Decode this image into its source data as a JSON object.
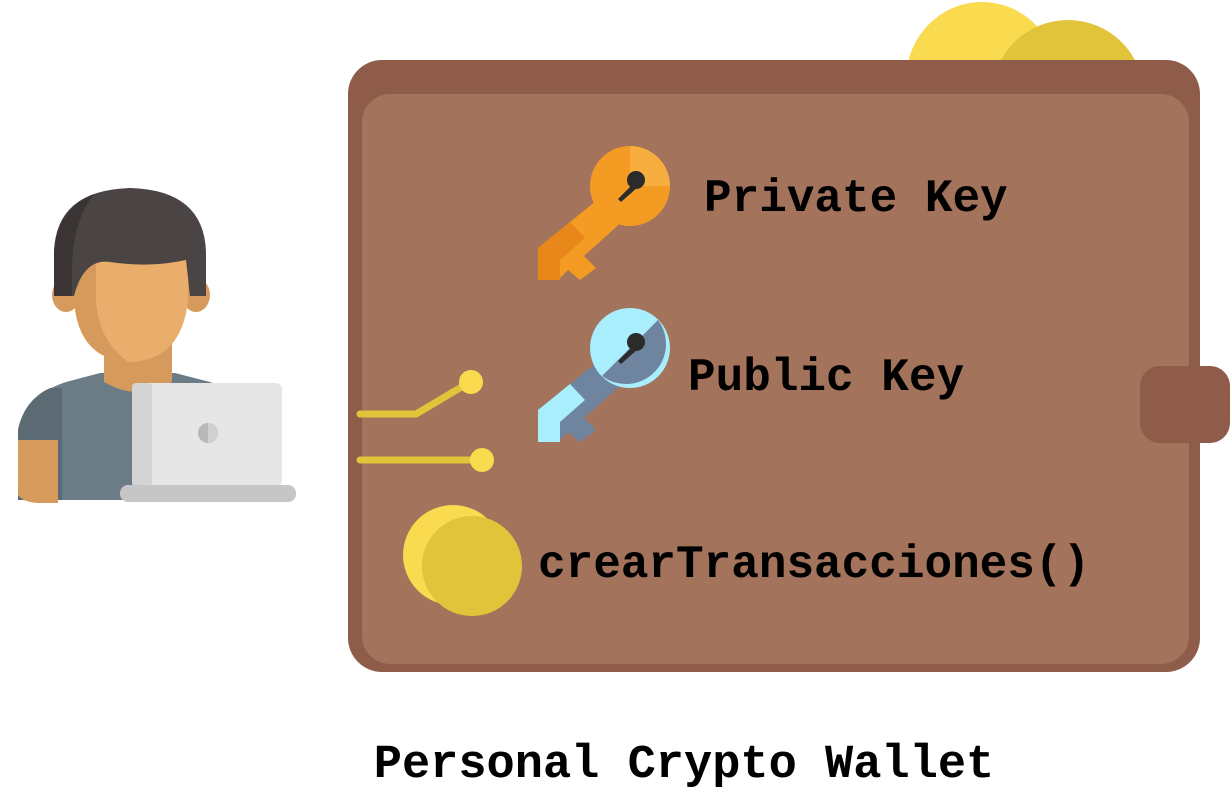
{
  "wallet": {
    "private_key_label": "Private Key",
    "public_key_label": "Public Key",
    "method_label": "crearTransacciones()"
  },
  "caption": "Personal Crypto Wallet",
  "icons": [
    "user-with-laptop-icon",
    "wallet-icon",
    "private-key-icon",
    "public-key-icon",
    "coin-icon",
    "circuit-lines-icon"
  ],
  "colors": {
    "wallet_outer": "#8F5C4A",
    "wallet_inner": "#A4735C",
    "coin_light": "#FADA4E",
    "coin_dark": "#E2C43A",
    "private_key": "#F49B23",
    "public_key_light": "#A8EEFC",
    "public_key_dark": "#6E849F",
    "skin": "#EBAD6C",
    "hair": "#4A4544",
    "shirt": "#6C7C86",
    "laptop": "#E6E6E6"
  }
}
